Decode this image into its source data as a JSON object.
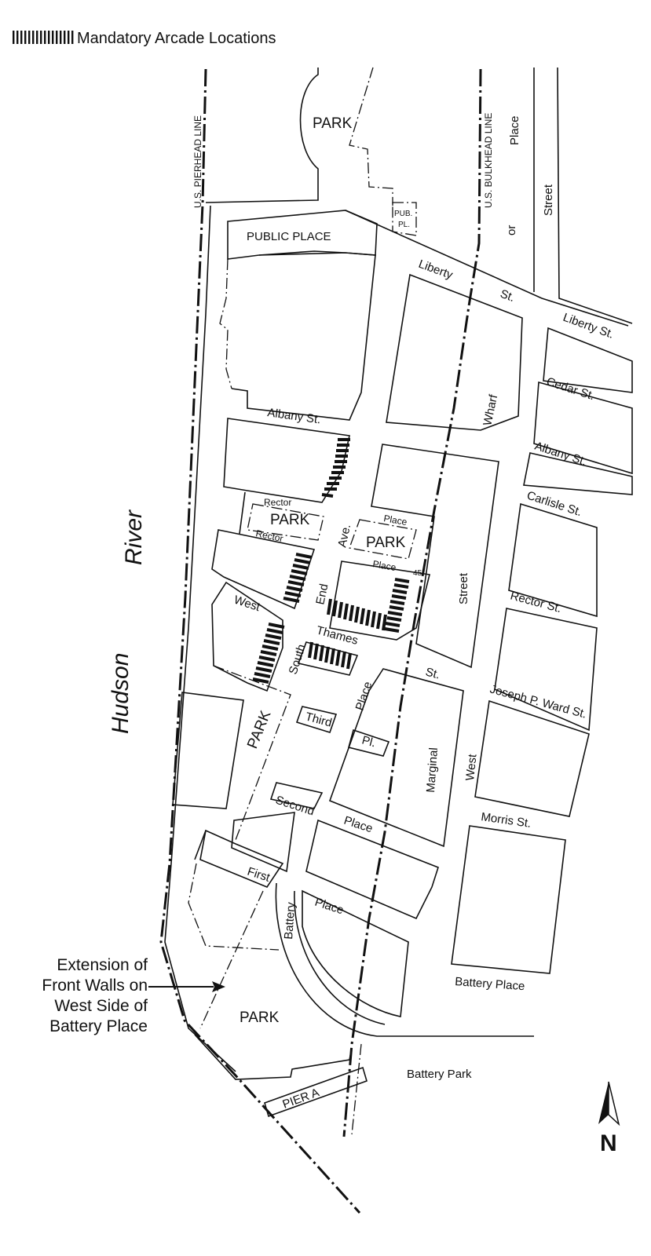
{
  "legend": {
    "label": "Mandatory Arcade Locations"
  },
  "water": {
    "hudson": "Hudson",
    "river": "River"
  },
  "lines": {
    "pierhead": "U.S.  PIERHEAD  LINE",
    "bulkhead": "U.S.  BULKHEAD  LINE"
  },
  "parks": {
    "park_north": "PARK",
    "public_place": "PUBLIC PLACE",
    "pub_pl_1": "PUB.",
    "pub_pl_2": "PL.",
    "park_rector": "PARK",
    "park_place": "PARK",
    "park_south": "PARK",
    "park_battery": "PARK",
    "battery_park": "Battery Park",
    "pier": "PIER A"
  },
  "streets": {
    "place_or_street": [
      "Place",
      "or",
      "Street"
    ],
    "liberty_1": "Liberty",
    "liberty_2": "St.",
    "liberty_st": "Liberty St.",
    "cedar_st": "Cedar St.",
    "albany_1": "Albany  St.",
    "albany_st": "Albany St.",
    "carlisle_st": "Carlisle St.",
    "rector_1": "Rector",
    "rector_2": "Rector",
    "rector_st": "Rector St.",
    "ave": "Ave.",
    "end": "End",
    "west": "West",
    "south": "South",
    "place_top": "Place",
    "place_mid": "Place",
    "angle": "45°",
    "thames": "Thames",
    "thames_st": "St.",
    "street_center": "Street",
    "wharf": "Wharf",
    "joseph_ward": "Joseph P. Ward St.",
    "third": "Third",
    "place_third": "Place",
    "pl": "Pl.",
    "marginal": "Marginal",
    "west_2": "West",
    "second": "Second",
    "place_second": "Place",
    "morris": "Morris St.",
    "first": "First",
    "place_first": "Place",
    "battery": "Battery",
    "battery_place": "Battery Place"
  },
  "callout": {
    "lines": [
      "Extension of",
      "Front Walls on",
      "West Side of",
      "Battery Place"
    ]
  },
  "compass": {
    "label": "N"
  }
}
